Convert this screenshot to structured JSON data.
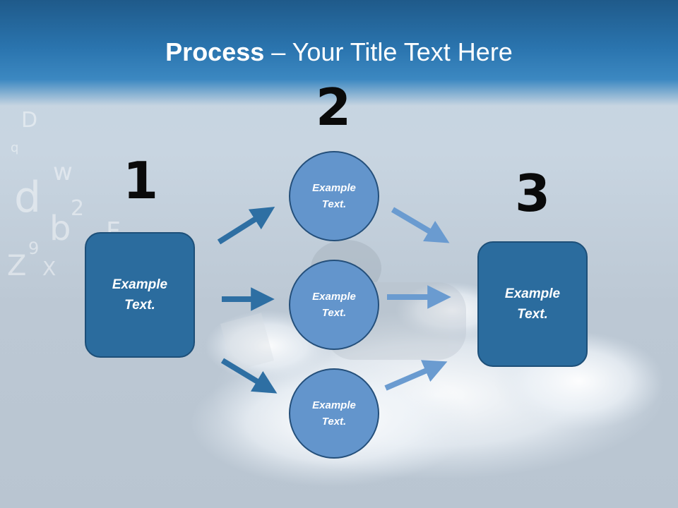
{
  "slide": {
    "title_bold": "Process",
    "title_rest": " – Your Title Text Here"
  },
  "steps": {
    "one": "1",
    "two": "2",
    "three": "3"
  },
  "left_box": {
    "text": "Example Text."
  },
  "right_box": {
    "text": "Example Text."
  },
  "circles": [
    {
      "text": "Example Text."
    },
    {
      "text": "Example Text."
    },
    {
      "text": "Example Text."
    }
  ],
  "colors": {
    "header": "#2a74ae",
    "box_fill": "#2b6c9e",
    "circle_fill": "#6395cc",
    "arrow_dark": "#2e6fa3",
    "arrow_light": "#6a9bd0"
  }
}
